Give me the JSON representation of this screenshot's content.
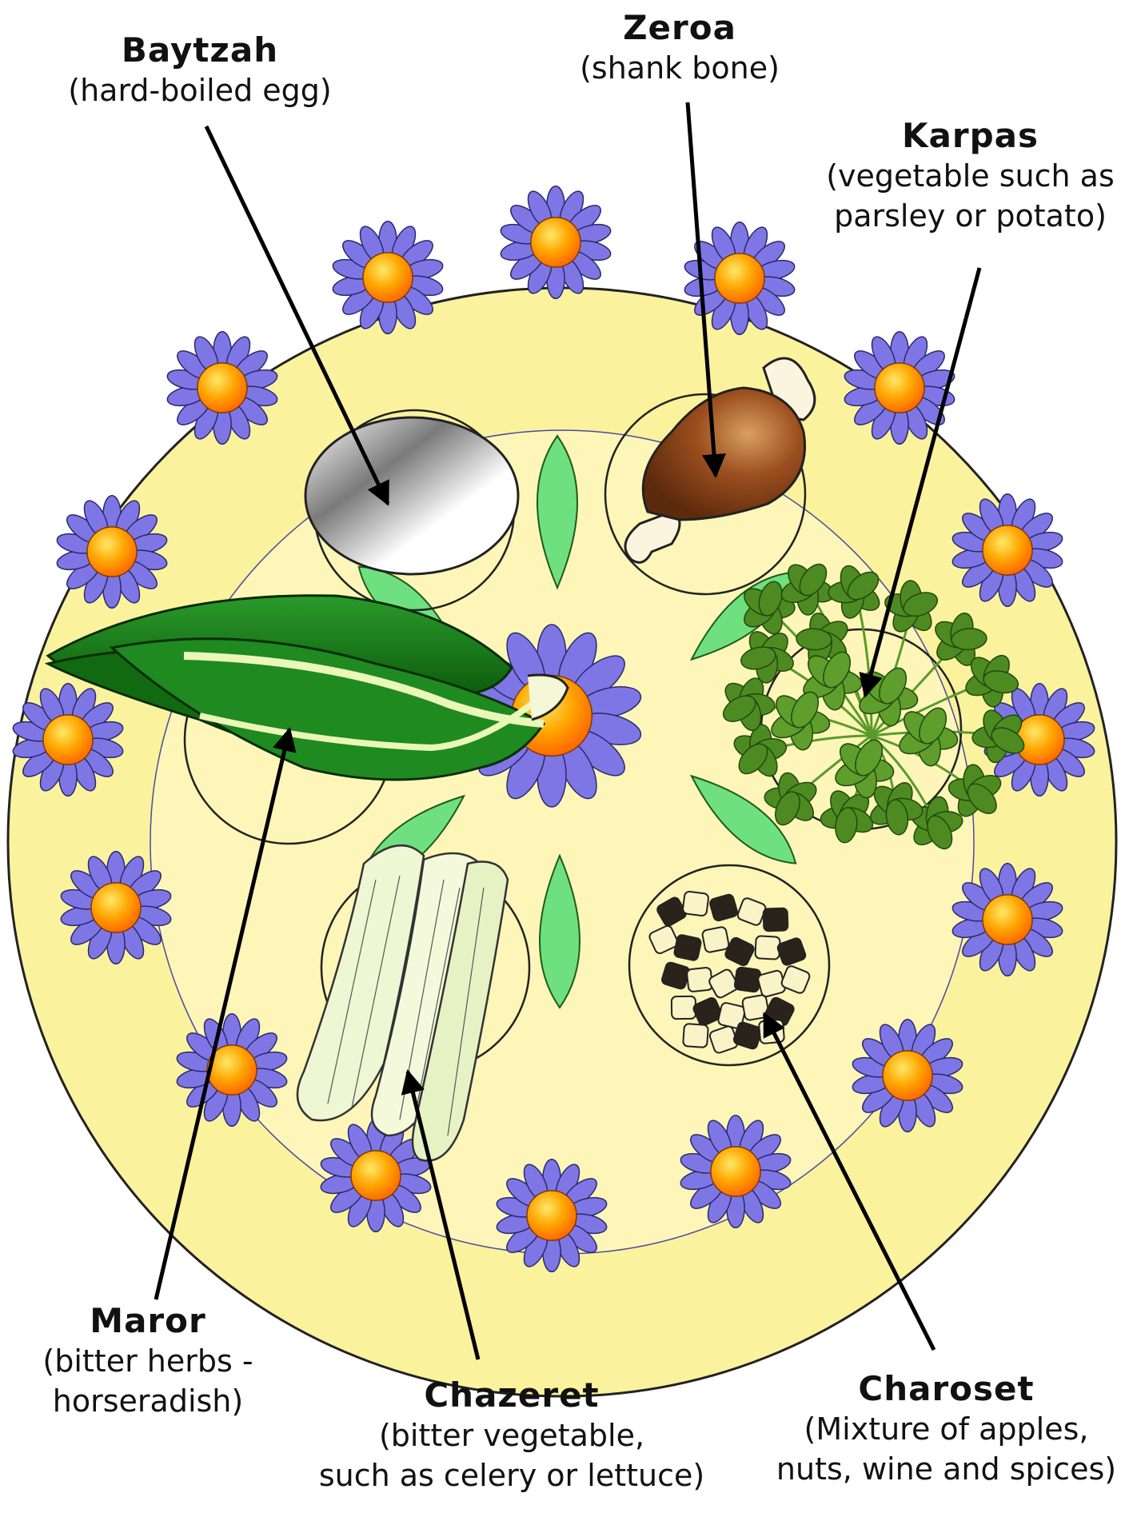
{
  "labels": {
    "baytzah": {
      "title": "Baytzah",
      "lines": [
        "(hard-boiled egg)"
      ]
    },
    "zeroa": {
      "title": "Zeroa",
      "lines": [
        "(shank bone)"
      ]
    },
    "karpas": {
      "title": "Karpas",
      "lines": [
        "(vegetable such as",
        "parsley or potato)"
      ]
    },
    "maror": {
      "title": "Maror",
      "lines": [
        "(bitter herbs -",
        "horseradish)"
      ]
    },
    "chazeret": {
      "title": "Chazeret",
      "lines": [
        "(bitter vegetable,",
        "such as celery or lettuce)"
      ]
    },
    "charoset": {
      "title": "Charoset",
      "lines": [
        "(Mixture of apples,",
        "nuts, wine and spices)"
      ]
    }
  },
  "colors": {
    "plate": "#fbf29e",
    "inner_plate": "#fdf6b8",
    "petal": "#7f76e6",
    "flower_center": "#ffa000",
    "leaf": "#6fe07f",
    "maror_green": "#1a7a1a",
    "parsley": "#4e8a22"
  }
}
